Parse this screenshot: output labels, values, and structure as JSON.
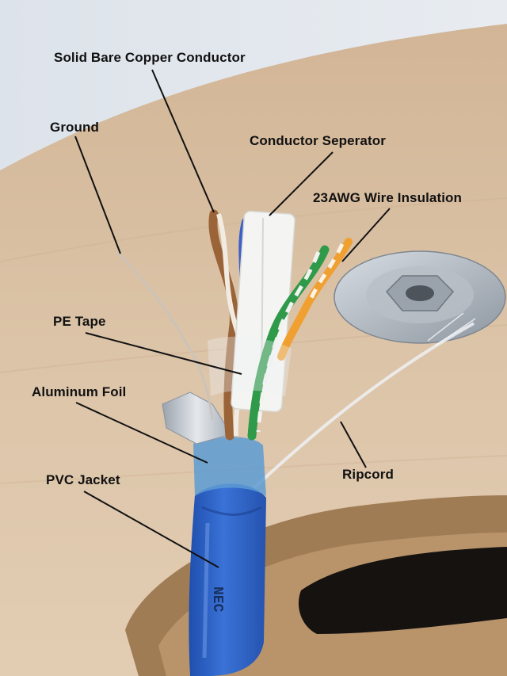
{
  "title": "",
  "labels": {
    "conductor": "Solid Bare Copper Conductor",
    "ground": "Ground",
    "separator": "Conductor Seperator",
    "insulation": "23AWG Wire Insulation",
    "pe_tape": "PE Tape",
    "foil": "Aluminum Foil",
    "jacket": "PVC Jacket",
    "ripcord": "Ripcord"
  },
  "jacket_print": "NEC",
  "colors": {
    "wood": "#dcc6ab",
    "sky": "#e2e7ee",
    "jacket_blue": "#2f63c6",
    "foil_silver": "#c7ccd2",
    "pair_green": "#2e9a4a",
    "pair_orange": "#f0a030",
    "pair_brown": "#9a6438",
    "separator_white": "#f4f4f2",
    "leader_line": "#111111"
  }
}
